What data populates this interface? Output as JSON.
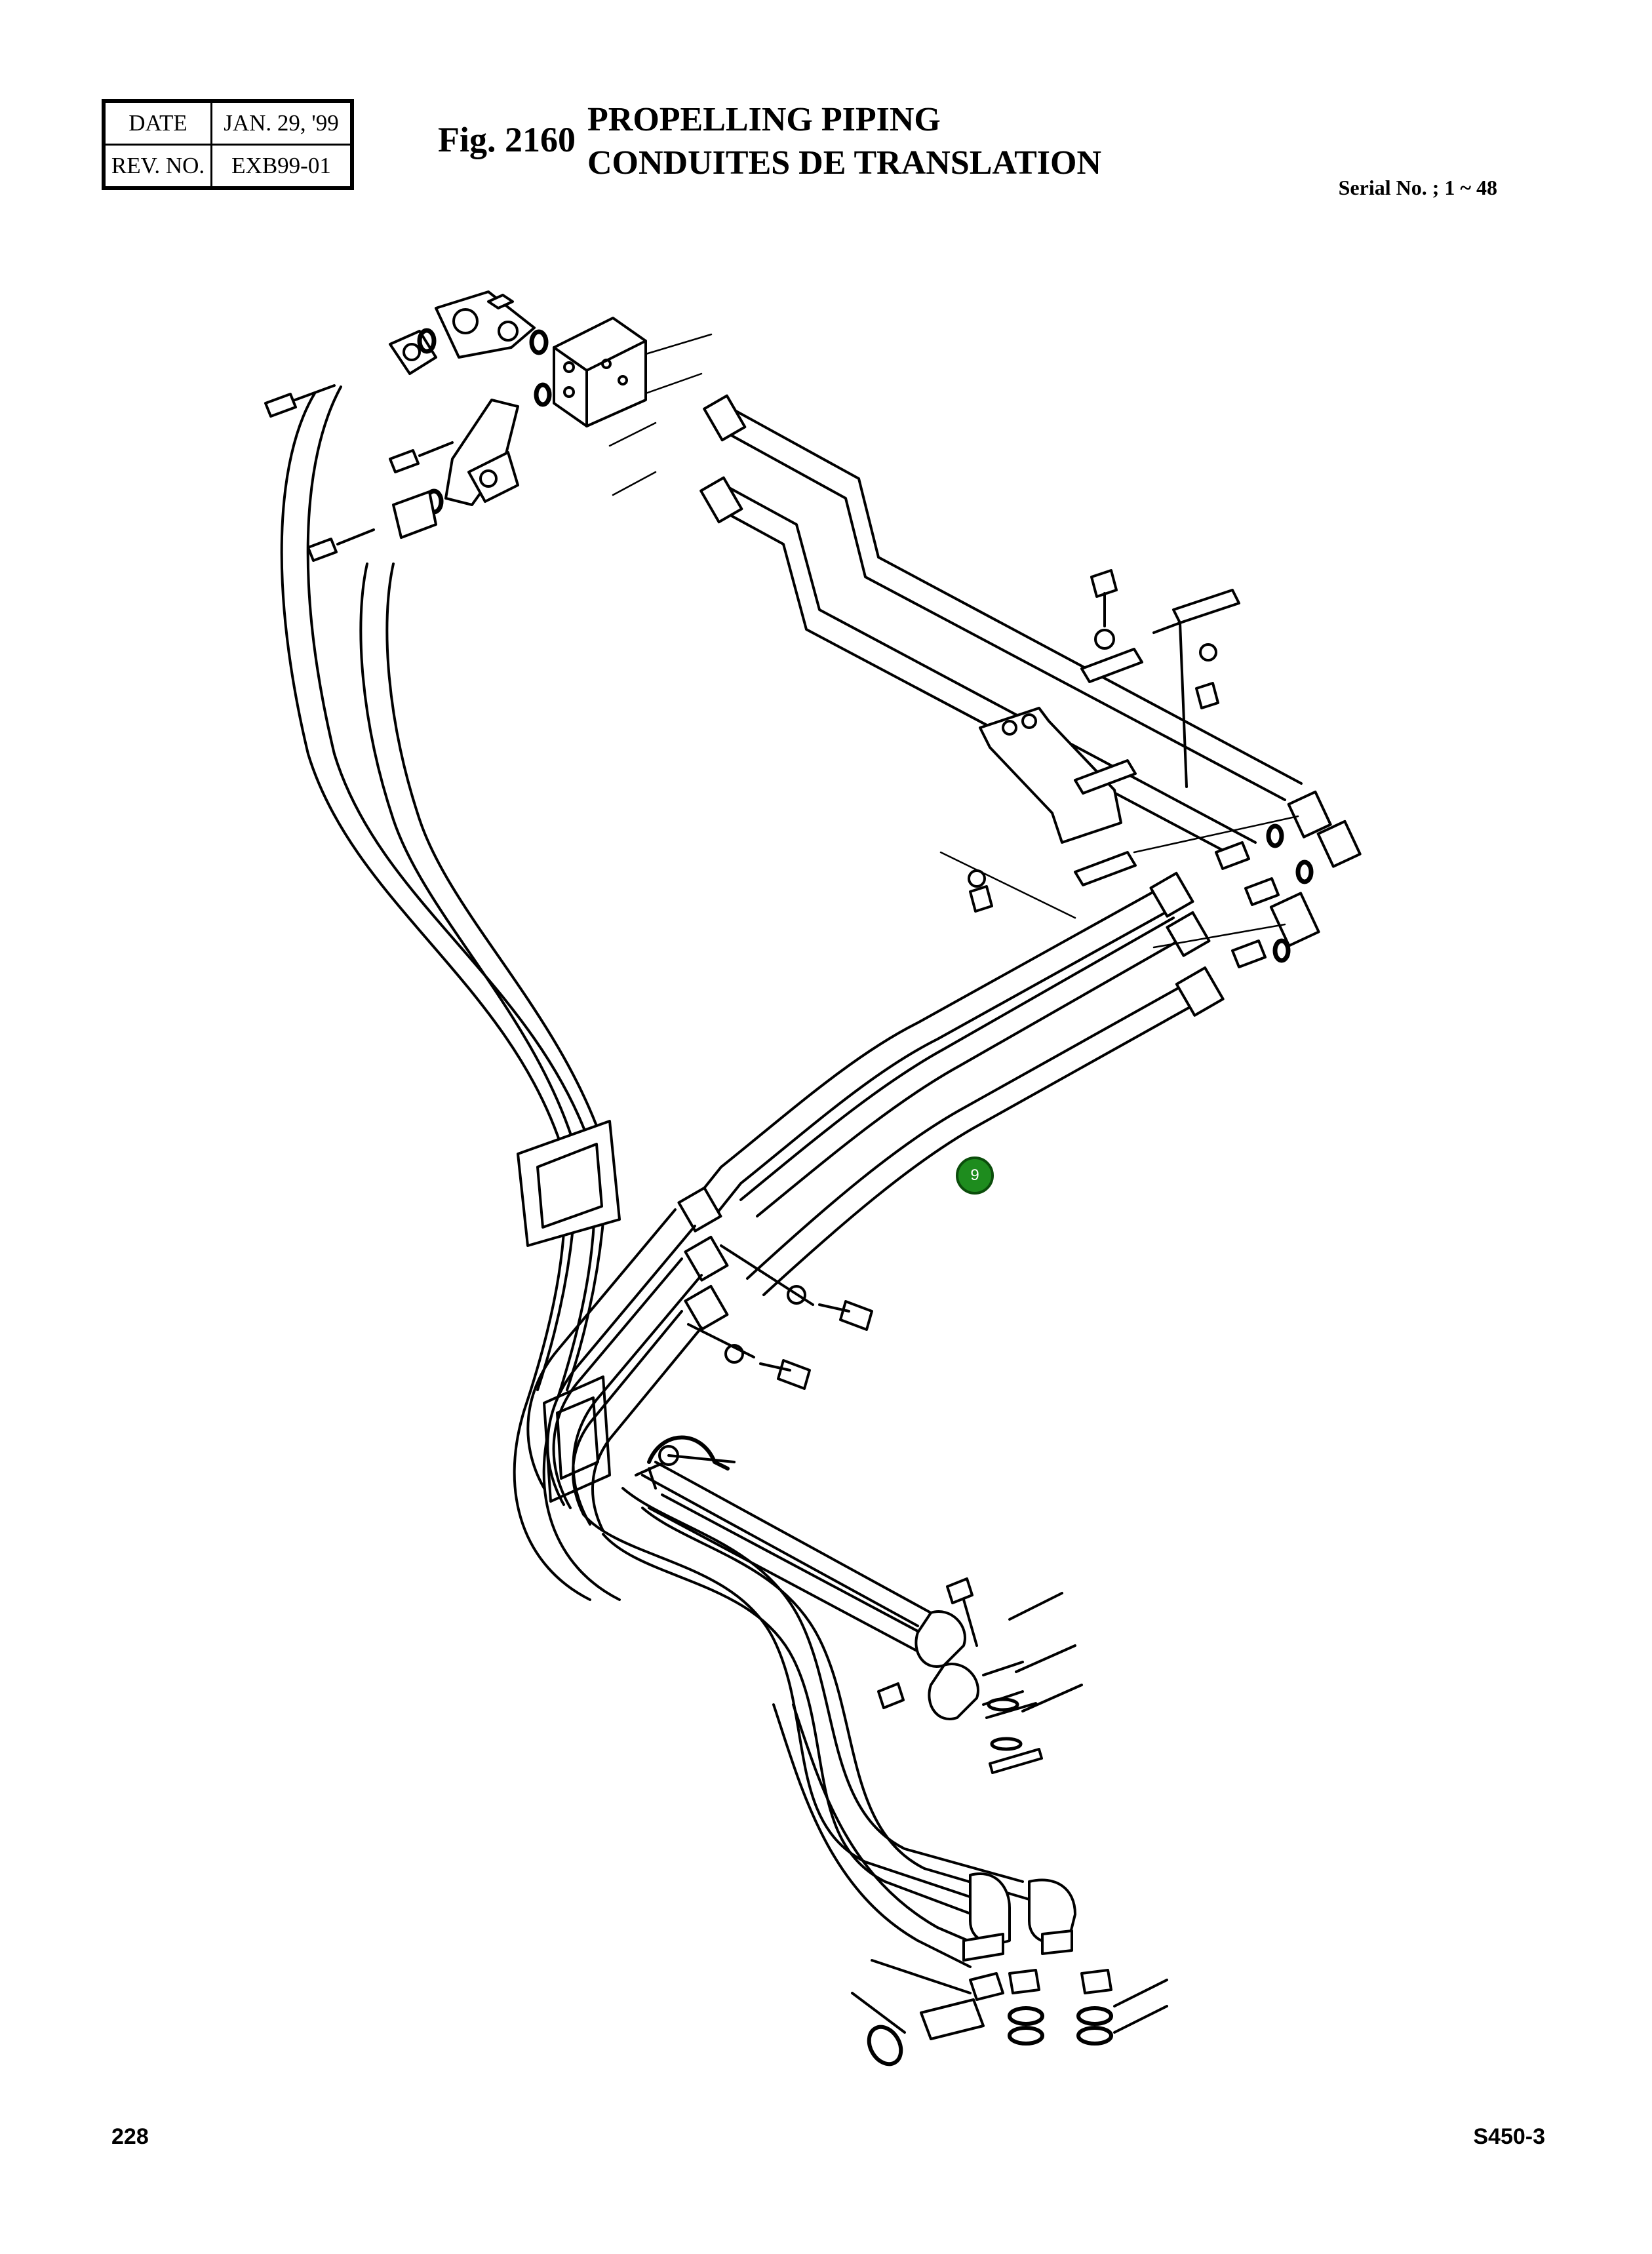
{
  "revision_box": {
    "date_label": "DATE",
    "date_value": "JAN. 29, '99",
    "rev_label": "REV. NO.",
    "rev_value": "EXB99-01"
  },
  "figure": {
    "number": "Fig. 2160",
    "title_en": "PROPELLING PIPING",
    "title_fr": "CONDUITES DE TRANSLATION"
  },
  "serial": "Serial No. ; 1 ~ 48",
  "callouts": [
    {
      "label": "9",
      "color": "#1e8c1e"
    }
  ],
  "footer": {
    "page": "228",
    "model": "S450-3"
  }
}
